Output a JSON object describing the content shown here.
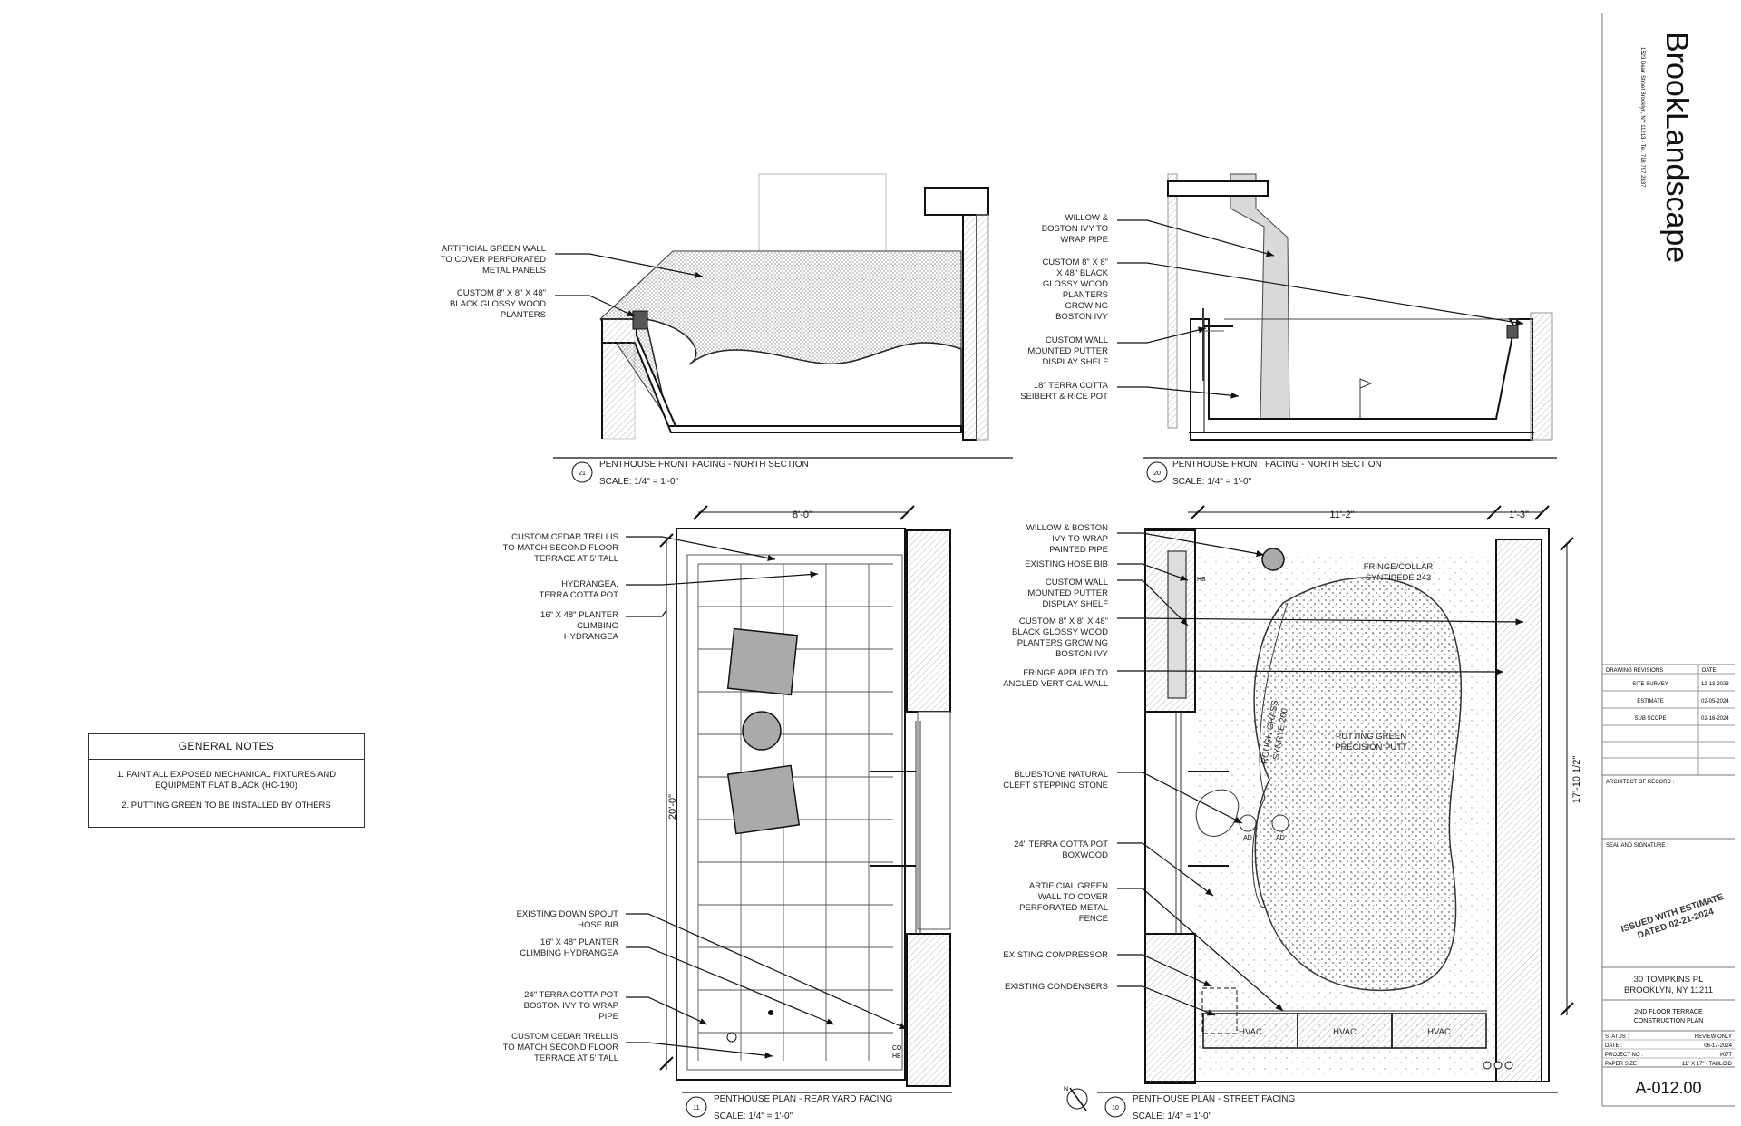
{
  "general_notes": {
    "title": "GENERAL NOTES",
    "items": [
      "1. PAINT ALL EXPOSED MECHANICAL FIXTURES AND EQUIPMENT FLAT BLACK (HC-190)",
      "2. PUTTING GREEN TO BE INSTALLED BY OTHERS"
    ]
  },
  "views": {
    "v21": {
      "number": "21",
      "title": "PENTHOUSE FRONT FACING - NORTH SECTION",
      "scale": "SCALE:  1/4\" = 1'-0\""
    },
    "v20": {
      "number": "20",
      "title": "PENTHOUSE FRONT FACING - NORTH SECTION",
      "scale": "SCALE:  1/4\" = 1'-0\""
    },
    "v11": {
      "number": "11",
      "title": "PENTHOUSE PLAN - REAR YARD FACING",
      "scale": "SCALE:  1/4\" = 1'-0\""
    },
    "v10": {
      "number": "10",
      "title": "PENTHOUSE PLAN - STREET FACING",
      "scale": "SCALE:  1/4\" = 1'-0\""
    }
  },
  "labels": {
    "s21": [
      [
        "ARTIFICIAL GREEN WALL",
        "TO COVER PERFORATED",
        "METAL PANELS"
      ],
      [
        "CUSTOM 8\" X 8\" X 48\"",
        "BLACK GLOSSY WOOD",
        "PLANTERS"
      ]
    ],
    "s20": [
      [
        "WILLOW &",
        "BOSTON IVY TO",
        "WRAP PIPE"
      ],
      [
        "CUSTOM 8\" X 8\"",
        "X 48\" BLACK",
        "GLOSSY WOOD",
        "PLANTERS",
        "GROWING",
        "BOSTON IVY"
      ],
      [
        "CUSTOM WALL",
        "MOUNTED PUTTER",
        "DISPLAY SHELF"
      ],
      [
        "18\" TERRA COTTA",
        "SEIBERT & RICE POT"
      ]
    ],
    "p11": [
      [
        "CUSTOM CEDAR TRELLIS",
        "TO MATCH SECOND FLOOR",
        "TERRACE AT 5' TALL"
      ],
      [
        "HYDRANGEA,",
        "TERRA COTTA POT"
      ],
      [
        "16\" X  48\" PLANTER",
        "CLIMBING",
        "HYDRANGEA"
      ],
      [
        "EXISTING DOWN SPOUT",
        "HOSE BIB"
      ],
      [
        "16\" X  48\" PLANTER",
        "CLIMBING HYDRANGEA"
      ],
      [
        "24\" TERRA COTTA POT",
        "BOSTON IVY TO WRAP",
        "PIPE"
      ],
      [
        "CUSTOM CEDAR TRELLIS",
        "TO MATCH SECOND FLOOR",
        "TERRACE AT 5' TALL"
      ]
    ],
    "p10": [
      [
        "WILLOW & BOSTON",
        "IVY TO WRAP",
        "PAINTED PIPE"
      ],
      [
        "EXISTING HOSE BIB"
      ],
      [
        "CUSTOM WALL",
        "MOUNTED PUTTER",
        "DISPLAY SHELF"
      ],
      [
        "CUSTOM 8\" X 8\" X 48\"",
        "BLACK GLOSSY WOOD",
        "PLANTERS GROWING",
        "BOSTON IVY"
      ],
      [
        "FRINGE APPLIED TO",
        "ANGLED VERTICAL WALL"
      ],
      [
        "BLUESTONE NATURAL",
        "CLEFT STEPPING STONE"
      ],
      [
        "24\" TERRA COTTA POT",
        "BOXWOOD"
      ],
      [
        "ARTIFICIAL GREEN",
        "WALL TO COVER",
        "PERFORATED METAL",
        "FENCE"
      ],
      [
        "EXISTING COMPRESSOR"
      ],
      [
        "EXISTING CONDENSERS"
      ]
    ]
  },
  "plan_text": {
    "dim_8ft": "8'-0\"",
    "dim_20ft": "20'-0\"",
    "dim_11_2": "11'-2\"",
    "dim_1_3": "1'-3\"",
    "dim_17_10": "17'-10 1/2\"",
    "fringe": [
      "FRINGE/COLLAR",
      "SYNTIPEDE 243"
    ],
    "putting": [
      "PUTTING GREEN",
      "PRECISION PUTT"
    ],
    "rough": [
      "ROUGH GRASS",
      "SYNRYE 200"
    ],
    "hvac": [
      "HVAC",
      "HVAC",
      "HVAC"
    ],
    "hb": "HB",
    "ad": "AD",
    "co": "CO",
    "north": "N"
  },
  "title_block": {
    "firm": "BrookLandscape",
    "address": "1523 Dean Street Brooklyn, NY 11213 - Tel. 718 797 2837",
    "revisions_header": [
      "DRAWING REVISIONS",
      "DATE"
    ],
    "revisions": [
      [
        "SITE SURVEY",
        "12-13-2023"
      ],
      [
        "ESTIMATE",
        "02-05-2024"
      ],
      [
        "SUB SCOPE",
        "02-16-2024"
      ]
    ],
    "architect_label": "ARCHITECT OF RECORD :",
    "seal_label": "SEAL AND SIGNATURE :",
    "stamp": [
      "ISSUED WITH ESTIMATE",
      "DATED 02-21-2024"
    ],
    "project_address": [
      "30 TOMPKINS PL",
      "BROOKLYN, NY 11211"
    ],
    "sheet_title": [
      "2ND FLOOR TERRACE",
      "CONSTRUCTION PLAN"
    ],
    "info": [
      [
        "STATUS :",
        "REVIEW ONLY"
      ],
      [
        "DATE :",
        "06-17-2024"
      ],
      [
        "PROJECT NO :",
        "#077"
      ],
      [
        "PAPER SIZE :",
        "11\" X 17\" - TABLOID"
      ]
    ],
    "sheet_number": "A-012.00"
  },
  "colors": {
    "line": "#1a1a1a",
    "hatch": "#777777",
    "fill_gray": "#d9d9d9"
  }
}
